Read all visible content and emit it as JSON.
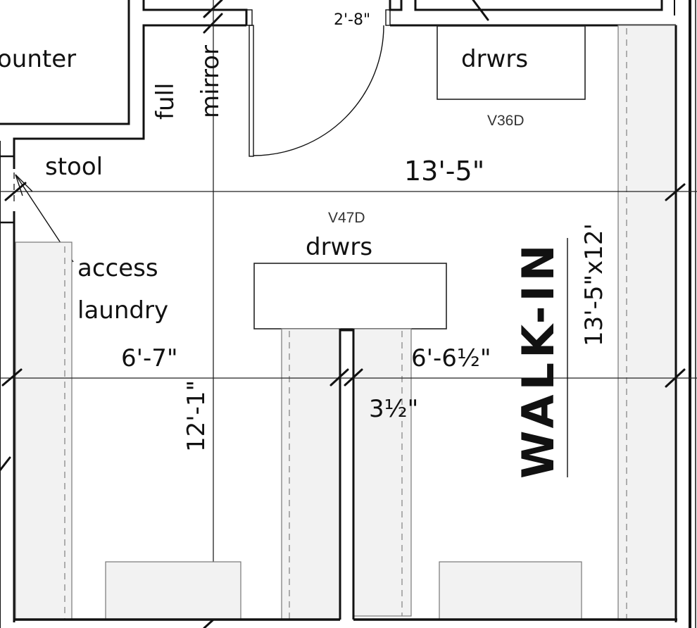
{
  "plan": {
    "room_title": "WALK-IN",
    "room_size": "13'-5\"x12'",
    "labels": {
      "counter": "ounter",
      "full": "full",
      "mirror": "mirror",
      "stool": "stool",
      "access": "access",
      "laundry": "laundry",
      "drawers_top": "drwrs",
      "drawers_center": "drwrs"
    },
    "cabinet_codes": {
      "top": "V36D",
      "center": "V47D"
    },
    "dimensions": {
      "door_width": "2'-8\"",
      "overall_width": "13'-5\"",
      "left_bay": "6'-7\"",
      "right_bay": "6'-6½\"",
      "partition": "3½\"",
      "depth": "12'-1\""
    },
    "colors": {
      "line": "#111111",
      "shelf_fill": "#f2f2f2",
      "dashed": "#888888",
      "background": "#ffffff"
    }
  }
}
